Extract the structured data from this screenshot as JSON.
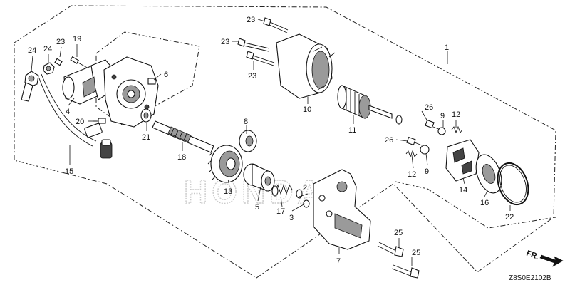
{
  "callouts": {
    "c1": "1",
    "c2": "2",
    "c3": "3",
    "c4": "4",
    "c5": "5",
    "c6": "6",
    "c7": "7",
    "c8": "8",
    "c9a": "9",
    "c9b": "9",
    "c10": "10",
    "c11": "11",
    "c12a": "12",
    "c12b": "12",
    "c13": "13",
    "c14": "14",
    "c15": "15",
    "c16": "16",
    "c17": "17",
    "c18": "18",
    "c19": "19",
    "c20": "20",
    "c21": "21",
    "c22": "22",
    "c23a": "23",
    "c23b": "23",
    "c23c": "23",
    "c23d": "23",
    "c24a": "24",
    "c24b": "24",
    "c25a": "25",
    "c25b": "25",
    "c26a": "26",
    "c26b": "26"
  },
  "direction_label": "FR.",
  "diagram_code": "Z8S0E2102B",
  "watermark": "HONDA"
}
